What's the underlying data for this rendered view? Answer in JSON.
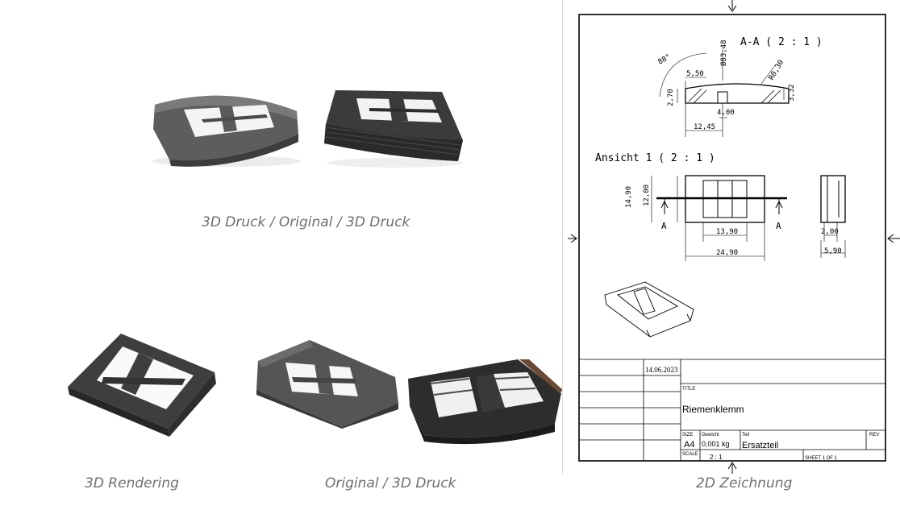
{
  "captions": {
    "top": "3D Druck / Original / 3D Druck",
    "render": "3D Rendering",
    "bottom": "Original / 3D Druck",
    "drawing": "2D Zeichnung"
  },
  "drawing": {
    "section_title": "A-A ( 2 : 1 )",
    "view_title": "Ansicht 1 ( 2 : 1 )",
    "dims": {
      "angle": "88°",
      "dia": "Ø83,48",
      "w550": "5,50",
      "r030": "R0,30",
      "h270": "2,70",
      "h332": "3,32",
      "w400": "4,00",
      "w1245": "12,45",
      "h1490": "14,90",
      "h1200": "12,00",
      "w1390": "13,90",
      "w2490": "24,90",
      "w200": "2,00",
      "w590": "5,90"
    },
    "section_label": "A"
  },
  "title_block": {
    "date": "14.06.2023",
    "title_label": "TITLE",
    "title": "Riemenklemm",
    "size_label": "SIZE",
    "size": "A4",
    "weight_label": "Gewicht",
    "weight": "0,001 kg",
    "part_label": "Teil",
    "part": "Ersatzteil",
    "rev_label": "REV",
    "scale_label": "SCALE",
    "scale": "2 : 1",
    "sheet": "SHEET 1  OF 1"
  },
  "colors": {
    "caption": "#6f6f6f",
    "plastic_dark": "#3a3a3a",
    "plastic_mid": "#5a5a5a",
    "print_black": "#222222"
  }
}
